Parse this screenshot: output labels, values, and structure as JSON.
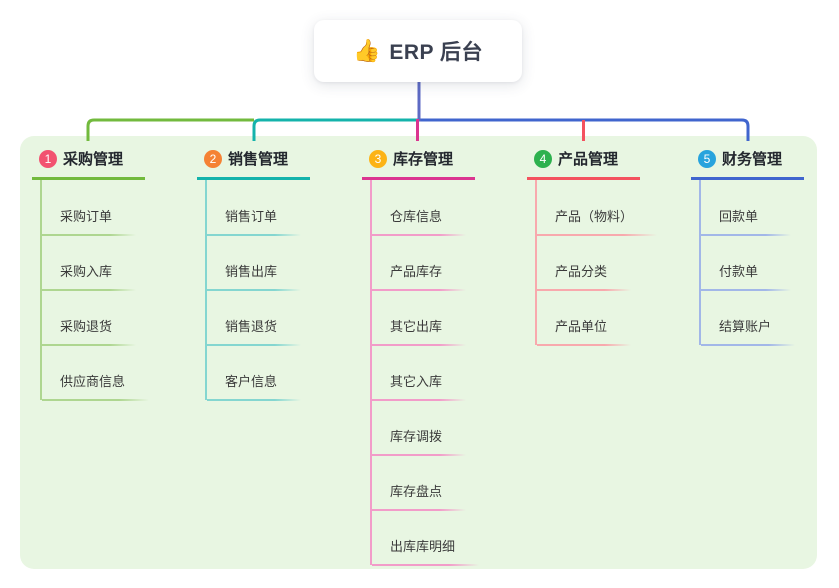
{
  "root": {
    "icon": "👍",
    "title": "ERP 后台"
  },
  "colors": {
    "canvas_bg": "#ffffff",
    "panel_bg": "#e8f6e2",
    "root_line": "#5d6ac4",
    "child_text": "#3b3b3b"
  },
  "branches": [
    {
      "num": "1",
      "title": "采购管理",
      "badge_color": "#f25270",
      "accent": "#72ba3d",
      "light": "#aed690",
      "children": [
        "采购订单",
        "采购入库",
        "采购退货",
        "供应商信息"
      ]
    },
    {
      "num": "2",
      "title": "销售管理",
      "badge_color": "#f58234",
      "accent": "#14b3ab",
      "light": "#84d6d0",
      "children": [
        "销售订单",
        "销售出库",
        "销售退货",
        "客户信息"
      ]
    },
    {
      "num": "3",
      "title": "库存管理",
      "badge_color": "#fcb315",
      "accent": "#db3590",
      "light": "#f29cc9",
      "children": [
        "仓库信息",
        "产品库存",
        "其它出库",
        "其它入库",
        "库存调拨",
        "库存盘点",
        "出库库明细"
      ]
    },
    {
      "num": "4",
      "title": "产品管理",
      "badge_color": "#2db14e",
      "accent": "#f4525f",
      "light": "#f8a9ad",
      "children": [
        "产品（物料）",
        "产品分类",
        "产品单位"
      ]
    },
    {
      "num": "5",
      "title": "财务管理",
      "badge_color": "#27a3dd",
      "accent": "#4065ce",
      "light": "#a2b7e8",
      "children": [
        "回款单",
        "付款单",
        "结算账户"
      ]
    }
  ]
}
